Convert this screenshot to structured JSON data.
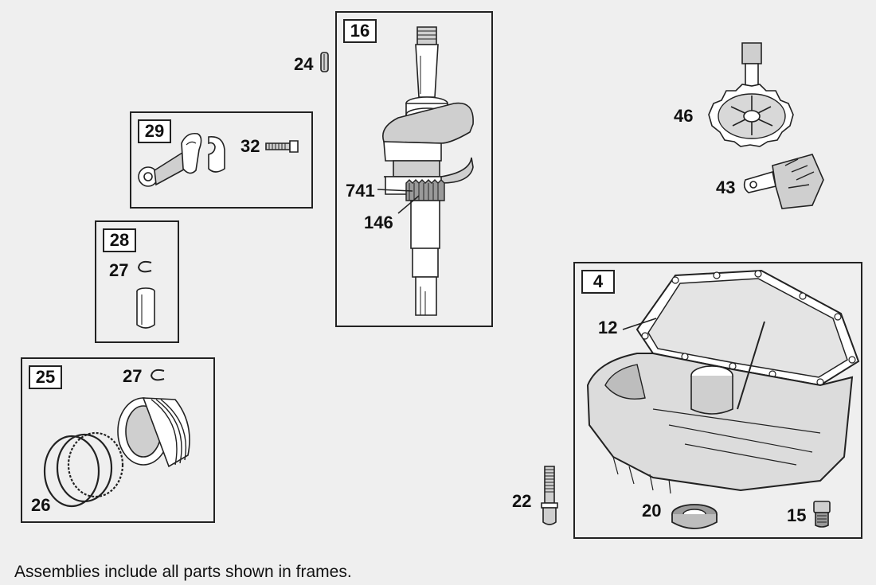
{
  "frames": {
    "f16": "16",
    "f29": "29",
    "f28": "28",
    "f25": "25",
    "f4": "4"
  },
  "labels": {
    "p24": "24",
    "p32": "32",
    "p27a": "27",
    "p27b": "27",
    "p26": "26",
    "p741": "741",
    "p146": "146",
    "p46": "46",
    "p43": "43",
    "p12": "12",
    "p22": "22",
    "p20": "20",
    "p15": "15"
  },
  "footer": "Assemblies include all parts shown in frames."
}
